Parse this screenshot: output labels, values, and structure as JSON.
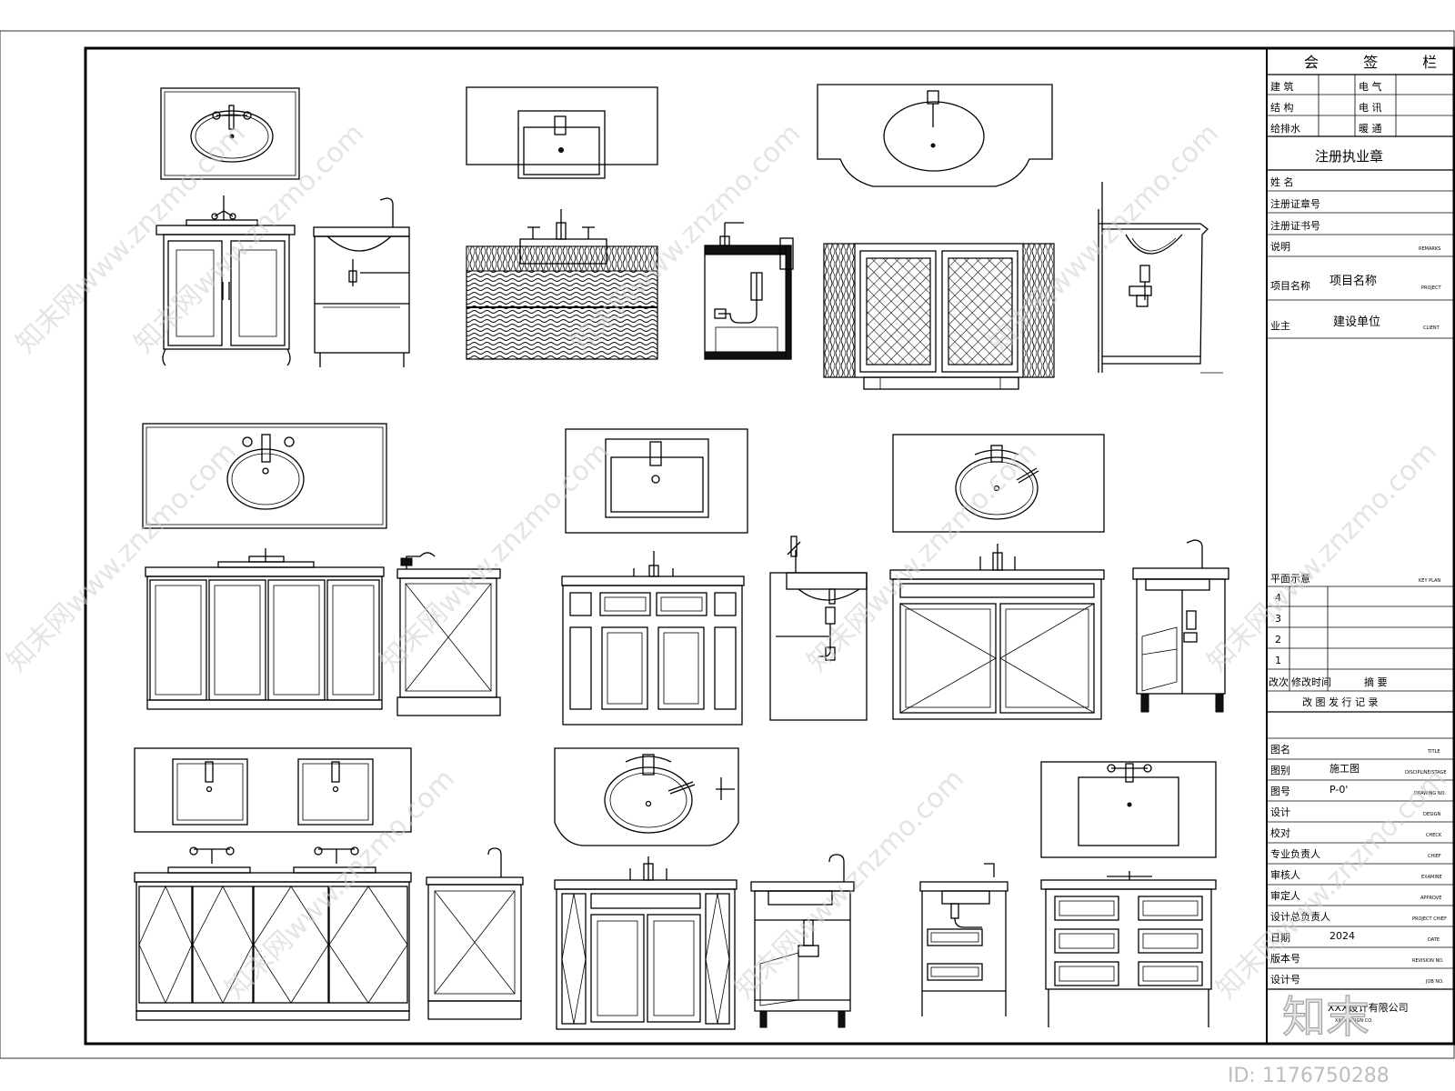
{
  "title_block": {
    "sign_header": "会 签 栏",
    "sign_rows": [
      {
        "left": "建 筑",
        "right": "电 气"
      },
      {
        "left": "结 构",
        "right": "电 讯"
      },
      {
        "left": "给排水",
        "right": "暖 通"
      }
    ],
    "stamp_title": "注册执业章",
    "fields": [
      {
        "label": "姓 名",
        "value": "",
        "en": ""
      },
      {
        "label": "注册证章号",
        "value": "",
        "en": ""
      },
      {
        "label": "注册证书号",
        "value": "",
        "en": ""
      },
      {
        "label": "说明",
        "value": "",
        "en": "REMARKS"
      },
      {
        "label": "项目名称",
        "value": "项目名称",
        "en": "PROJECT"
      },
      {
        "label": "业主",
        "value": "建设单位",
        "en": "CLIENT"
      }
    ],
    "key_plan_label": "平面示意",
    "key_plan_en": "KEY PLAN",
    "revisions": [
      "4",
      "3",
      "2",
      "1"
    ],
    "revision_header": {
      "no": "改次",
      "time": "修改时间",
      "content": "摘 要"
    },
    "revision_footer": "改 图 发 行 记 录",
    "info_rows": [
      {
        "label": "图名",
        "value": "",
        "en": "TITLE"
      },
      {
        "label": "图别",
        "value": "施工图",
        "en": "DISCIPLINE/STAGE"
      },
      {
        "label": "图号",
        "value": "P-0'",
        "en": "DRAWING NO."
      },
      {
        "label": "设计",
        "value": "",
        "en": "DESIGN"
      },
      {
        "label": "校对",
        "value": "",
        "en": "CHECK"
      },
      {
        "label": "专业负责人",
        "value": "",
        "en": "CHIEF"
      },
      {
        "label": "审核人",
        "value": "",
        "en": "EXAMINE"
      },
      {
        "label": "审定人",
        "value": "",
        "en": "APPROVE"
      },
      {
        "label": "设计总负责人",
        "value": "",
        "en": "PROJECT CHIEF"
      },
      {
        "label": "日期",
        "value": "2024",
        "en": "DATE"
      },
      {
        "label": "版本号",
        "value": "",
        "en": "REVISION NO."
      },
      {
        "label": "设计号",
        "value": "",
        "en": "JOB NO."
      }
    ],
    "company": "XXX设计有限公司",
    "company_en": "XXX DESIGN CO."
  },
  "watermark": {
    "site": "知末网www.znzmo.com",
    "logo": "知末",
    "id_label": "ID: 1176750288"
  },
  "colors": {
    "line": "#000000",
    "background": "#ffffff",
    "watermark": "#cfcfcf"
  }
}
